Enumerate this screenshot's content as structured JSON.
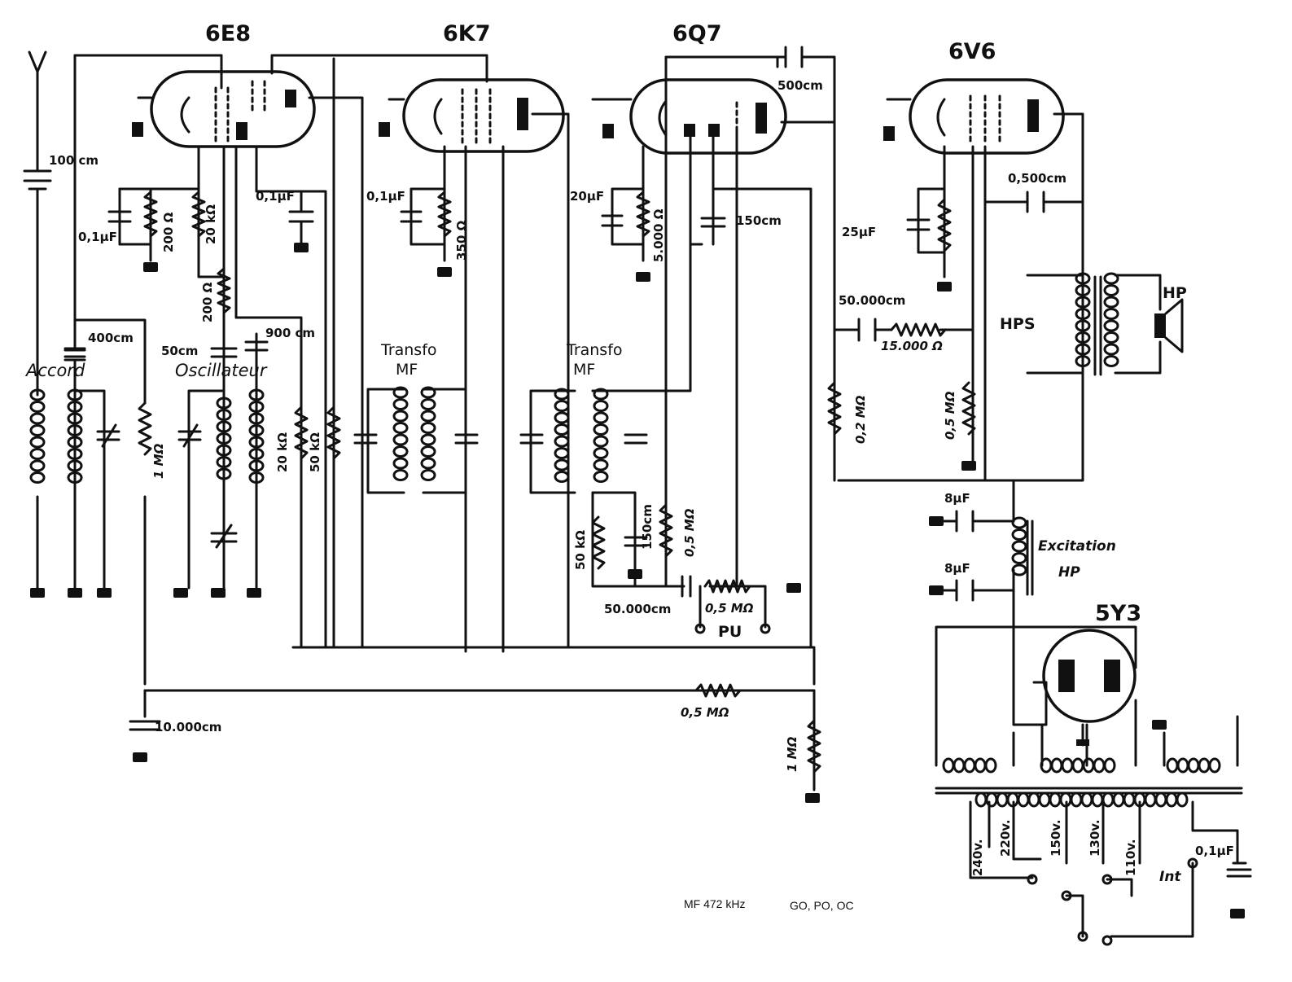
{
  "tubes": {
    "t1": "6E8",
    "t2": "6K7",
    "t3": "6Q7",
    "t4": "6V6",
    "t5": "5Y3"
  },
  "sections": {
    "accord": "Accord",
    "oscillateur": "Oscillateur",
    "transfo_mf": "Transfo\nMF",
    "transfo_mf_1": "Transfo",
    "transfo_mf_2": "MF",
    "excitation": "Excitation",
    "excitation_hp": "HP",
    "hps": "HPS",
    "hp": "HP",
    "pu": "PU",
    "int": "Int"
  },
  "components": {
    "c_ant": "100 cm",
    "c_6e8_k": "0,1µF",
    "r_6e8_k": "200 Ω",
    "r_6e8_g": "20 kΩ",
    "r_osc": "200 Ω",
    "c_6e8_sg": "0,1µF",
    "c_400": "400cm",
    "c_50": "50cm",
    "c_900": "900 cm",
    "r_1m": "1 MΩ",
    "r_20k": "20 kΩ",
    "r_50k": "50 kΩ",
    "c_6k7_k": "0,1µF",
    "r_6k7_k": "350 Ω",
    "c_6q7_k": "20µF",
    "r_6q7_k": "5.000 Ω",
    "c_150a": "150cm",
    "c_500": "500cm",
    "c_25": "25µF",
    "c_50000a": "50.000cm",
    "r_15000": "15.000 Ω",
    "r_02m": "0,2 MΩ",
    "r_05m_a": "0,5 MΩ",
    "c_0500": "0,500cm",
    "r_50k_b": "50 kΩ",
    "c_150b": "150cm",
    "r_05m_b": "0,5 MΩ",
    "c_50000b": "50.000cm",
    "pot": "0,5 MΩ",
    "c_8a": "8µF",
    "c_8b": "8µF",
    "r_05m_c": "0,5 MΩ",
    "c_10000": "10.000cm",
    "r_1m_b": "1 MΩ",
    "c_01_int": "0,1µF"
  },
  "taps": [
    "240v.",
    "220v.",
    "150v.",
    "130v.",
    "110v."
  ],
  "footer": {
    "mf": "MF 472 kHz",
    "bands": "GO, PO, OC"
  }
}
